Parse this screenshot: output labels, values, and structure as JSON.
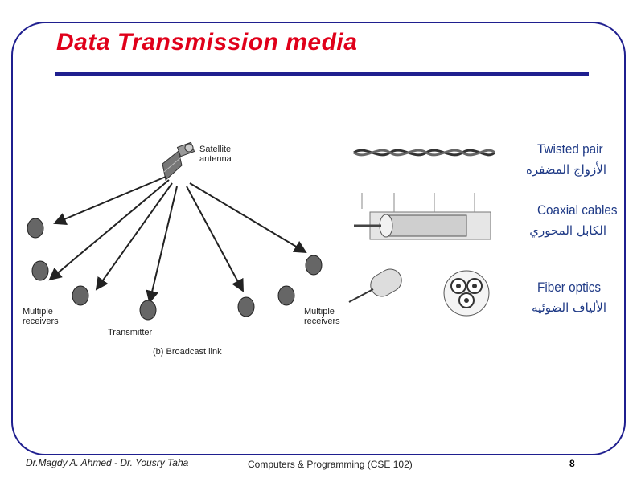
{
  "slide": {
    "title": "Data Transmission media",
    "page_number": "8"
  },
  "broadcast_figure": {
    "satellite_label": "Satellite\nantenna",
    "receivers_left": "Multiple\nreceivers",
    "receivers_right": "Multiple\nreceivers",
    "transmitter": "Transmitter",
    "caption": "(b) Broadcast link"
  },
  "media": [
    {
      "name": "Twisted pair",
      "arabic": "الأزواج المضفره"
    },
    {
      "name": "Coaxial cables",
      "arabic": "الكابل المحوري"
    },
    {
      "name": "Fiber optics",
      "arabic": "الألياف الضوئيه"
    }
  ],
  "footer": {
    "authors": "Dr.Magdy A. Ahmed - Dr. Yousry Taha",
    "course": "Computers & Programming (CSE 102)"
  }
}
